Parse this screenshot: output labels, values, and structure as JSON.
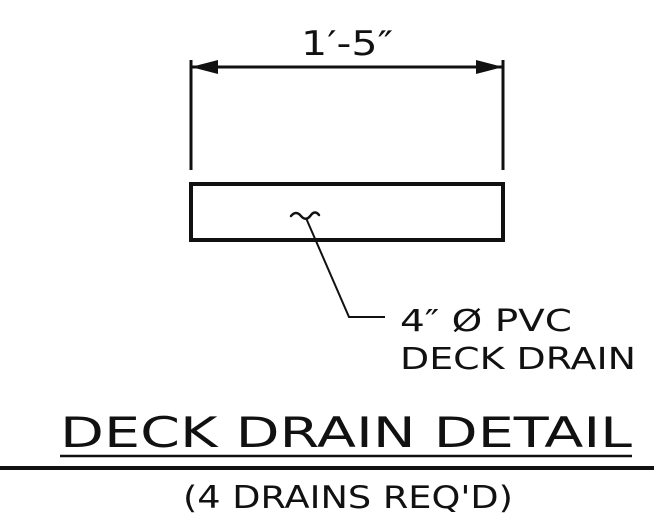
{
  "dimension": {
    "label": "1′-5″"
  },
  "callout": {
    "line1": "4″ Ø PVC",
    "line2": "DECK DRAIN"
  },
  "title": {
    "main": "DECK DRAIN DETAIL",
    "subtitle": "(4 DRAINS REQ'D)"
  },
  "colors": {
    "ink": "#111111",
    "background": "#ffffff"
  }
}
